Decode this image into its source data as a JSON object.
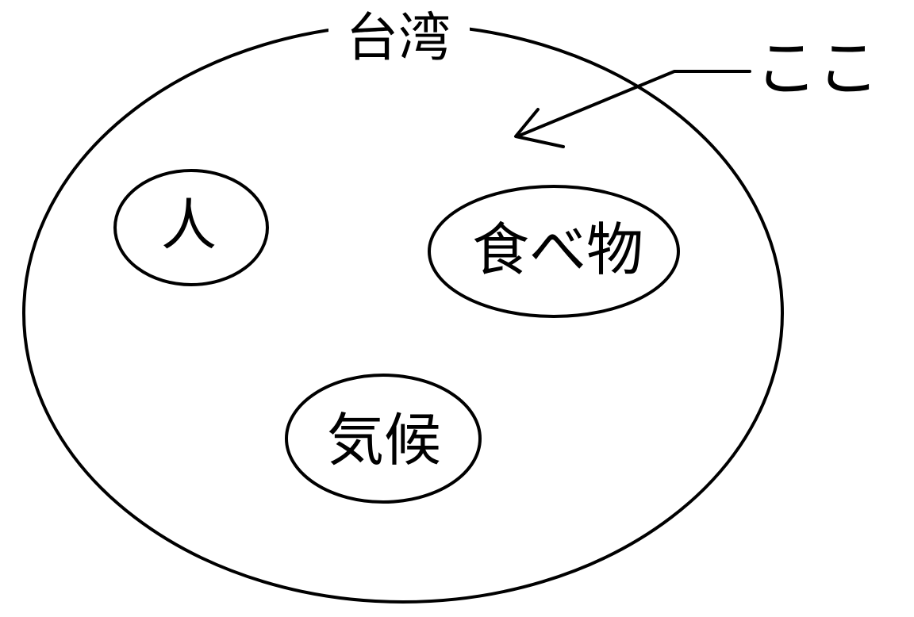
{
  "diagram": {
    "outer_label": "台湾",
    "pointer_label": "ここ",
    "inner_items": [
      {
        "label": "人"
      },
      {
        "label": "食べ物"
      },
      {
        "label": "気候"
      }
    ]
  },
  "colors": {
    "stroke": "#000000",
    "background": "#ffffff"
  }
}
